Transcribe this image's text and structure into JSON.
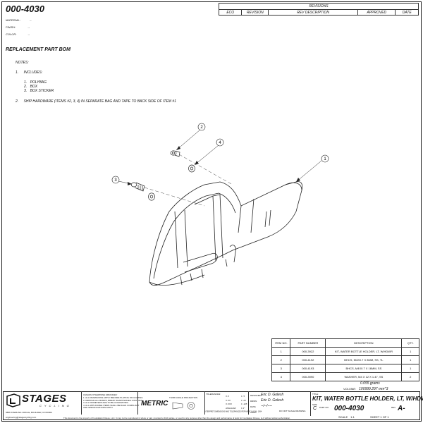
{
  "header": {
    "part_number": "000-4030",
    "material_label": "MATERIAL:",
    "material_value": "--",
    "finish_label": "FINISH:",
    "finish_value": "--",
    "color_label": "COLOR:",
    "color_value": "--"
  },
  "revisions": {
    "title": "REVISIONS",
    "columns": [
      "ECO",
      "REVISION",
      "REV DESCRIPTION",
      "APPROVED",
      "DATE"
    ]
  },
  "section_title": "REPLACEMENT PART BOM",
  "notes": {
    "title": "NOTES:",
    "note1_num": "1.",
    "note1_text": "INCLUDES:",
    "sub_items": [
      {
        "num": "1.",
        "text": "POLYBAG"
      },
      {
        "num": "2.",
        "text": "BOX"
      },
      {
        "num": "3.",
        "text": "BOX STICKER"
      }
    ],
    "note2_num": "2.",
    "note2_text": "SHIP HARDWARE (ITEMS #2, 3, 4) IN SEPARATE BAG AND TAPE TO BACK SIDE OF ITEM #1"
  },
  "balloons": [
    "1",
    "2",
    "3",
    "4"
  ],
  "bom": {
    "columns": [
      "ITEM NO.",
      "PART NUMBER",
      "DESCRIPTION",
      "QTY."
    ],
    "rows": [
      {
        "item": "1",
        "part": "000-3922",
        "desc": "KIT, WATER BOTTLE HOLDER, LT, W/HDWR",
        "qty": "1"
      },
      {
        "item": "2",
        "part": "000-4192",
        "desc": "BHCS, M4X0.7 X 8MM, SS, TL",
        "qty": "1"
      },
      {
        "item": "3",
        "part": "000-4193",
        "desc": "BHCS, M4X0.7 X 16MM, SS",
        "qty": "1"
      },
      {
        "item": "4",
        "part": "000-3990",
        "desc": "WASHER, M4 X 12 X 1.47, SS",
        "qty": "2"
      }
    ],
    "weight": "0.055 grams",
    "volume_label": "VOLUME:",
    "volume_value": "100999.297 mm^3"
  },
  "title_block": {
    "logo_text": "STAGES",
    "logo_sub": "CYCLING",
    "address": "3886 STERLING CIRCLE, BOULDER, CO 80304",
    "email": "engineering@stagescycling.com",
    "unless_note": "UNLESS OTHERWISE SPECIFIED:",
    "notes_small": [
      "1. ALL DIMENSIONS APPLY BEFORE PLATING OR COATING",
      "2. REMOVE ALL BURRS, BREAK SHARP EDGES 0.010 MAX",
      "3. ALL DIAMETERS ARE TO BE CONCENTRIC",
      "4. ALL APPLICABLE ITEMS SHALL BE RoHS COMPLIANT",
      "   AND SPECIFICATIONS APPLY"
    ],
    "metric": "METRIC",
    "projection": "THIRD ANGLE PROJECTION",
    "tolerances_label": "TOLERANCES:",
    "tolerances": [
      {
        "k": "X.X",
        "v": "± .5"
      },
      {
        "k": "X.XX",
        "v": "± .25"
      },
      {
        "k": "X.XXX",
        "v": "± .125"
      },
      {
        "k": "ANGULAR",
        "v": "± 1°"
      }
    ],
    "designed_label": "DESIGNED",
    "designed_value": "Eric D. Golesh",
    "drawn_label": "DRWN",
    "drawn_value": "Eric D. Golesh",
    "date_label": "DATE",
    "date_value": "--/--/----",
    "checked_label": "CHKD",
    "do_not_scale": "DO NOT SCALE DRAWING",
    "title_label": "TITLE:",
    "title_value": "KIT, WATER BOTTLE HOLDER, LT, W/HDWR",
    "size_label": "SIZE",
    "size_value": "C",
    "part_no_label": "PART NO.",
    "part_no_value": "000-4030",
    "rev_label": "REV",
    "rev_value": "A-",
    "scale_label": "SCALE",
    "scale_value": "1:1",
    "sheet": "SHEET 1 OF 1",
    "interpret": "INTERPRET DIMENSIONS AND TOLERANCES PER ASME Y14.5M - 1994",
    "footer": "This document is the property of Foundation Fitness, LLC. It may not be reproduced in whole or part, provided to third parties, or used for any purpose other than the design and performance of work for Foundation Fitness, LLC without written authorization."
  }
}
